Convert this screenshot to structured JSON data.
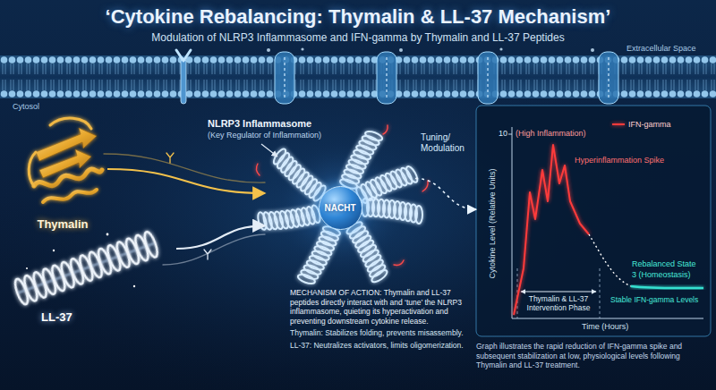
{
  "diagram": {
    "title": "‘Cytokine Rebalancing: Thymalin & LL-37 Mechanism’",
    "nodes": [
      {
        "text": [
          "Thymalin"
        ]
      },
      {
        "text": [
          "LL-37"
        ]
      },
      {
        "text": [
          "NLRP3 Inflammasome",
          "(Key Regulator of Inflammation)"
        ]
      },
      {
        "text": [
          "NACHT"
        ],
        "in": 2
      },
      {
        "text": [
          "10",
          "(High Inflammation)",
          "Hyperinflammation Spike",
          "Cytokine Level (Relative Units)",
          "Rebalanced State",
          "3 (Homeostasis)",
          "Stable IFN-gamma Levels",
          "Thymalin & LL-37 Intervention Phase",
          "Time (Hours)",
          "Graph illustrates the rapid reduction of IFN-gamma spike and subsequent stabilization at low, physiological levels following Thymalin and LL-37 treatment."
        ]
      }
    ],
    "edges": [
      {
        "from": 0,
        "to": 2,
        "arrow": "to"
      },
      {
        "from": 1,
        "to": 2,
        "arrow": "to"
      },
      {
        "from": 2,
        "to": 4,
        "label": "Tuning/ Modulation",
        "arrow": "to"
      }
    ],
    "labels": [
      "Modulation of NLRP3 Inflammasome and IFN-gamma by Thymalin and LL-37 Peptides",
      "Extracellular Space",
      "Cytosol",
      "MECHANISM OF ACTION: Thymalin and LL-37 peptides directly interact with and ‘tune’ the NLRP3 inflammasome, quieting its hyperactivation and preventing downstream cytokine release.",
      "Thymalin: Stabilizes folding, prevents misassembly.",
      "LL-37: Neutralizes activators, limits oligomerization."
    ],
    "legend": [
      {
        "text": "IFN-gamma"
      }
    ]
  }
}
